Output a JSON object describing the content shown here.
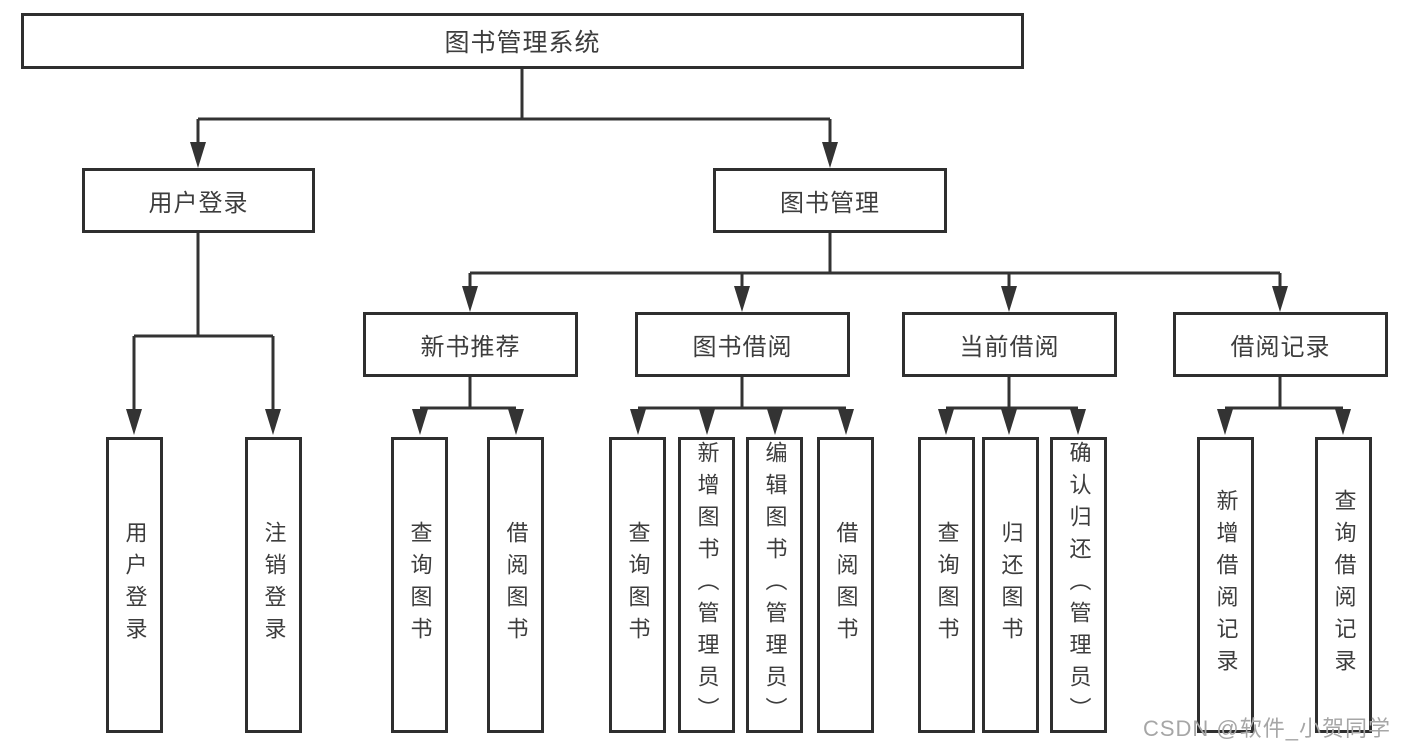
{
  "diagram": {
    "title": "图书管理系统",
    "level2": {
      "user_login": "用户登录",
      "book_management": "图书管理"
    },
    "level3": {
      "new_book_recommend": "新书推荐",
      "book_borrowing": "图书借阅",
      "current_borrowing": "当前借阅",
      "borrow_records": "借阅记录"
    },
    "leaves": {
      "user_login": "用户登录",
      "logout": "注销登录",
      "query_books_recommend": "查询图书",
      "borrow_books_recommend": "借阅图书",
      "query_books_borrowing": "查询图书",
      "add_books_admin": "新增图书（管理员）",
      "edit_books_admin": "编辑图书（管理员）",
      "borrow_books_borrowing": "借阅图书",
      "query_books_current": "查询图书",
      "return_books": "归还图书",
      "confirm_return_admin": "确认归还（管理员）",
      "add_borrow_record": "新增借阅记录",
      "query_borrow_record": "查询借阅记录"
    }
  },
  "watermark": "CSDN @软件_小贺同学",
  "colors": {
    "line": "#333333",
    "border": "#2f2f2f",
    "text": "#3d3d3d",
    "background": "#ffffff",
    "watermark": "#a6a6a6"
  }
}
